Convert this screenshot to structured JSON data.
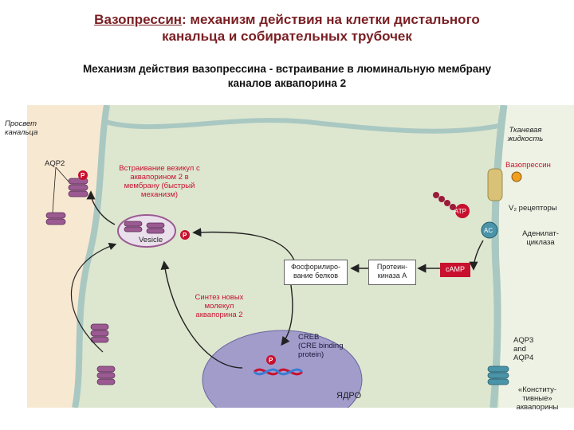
{
  "title": {
    "part1": "Вазопрессин",
    "part2": ": механизм действия на клетки дистального",
    "line2": "канальца и собирательных трубочек"
  },
  "subtitle": {
    "line1": "Механизм действия вазопрессина -  встраивание в люминальную мембрану",
    "line2": "каналов аквапорина 2"
  },
  "diagram": {
    "lumen_label": [
      "Просвет",
      "канальца"
    ],
    "tissue_label": [
      "Тканевая",
      "жидкость"
    ],
    "aqp2_label": "AQP2",
    "insertion_label": [
      "Встраивание везикул с",
      "аквапорином 2 в",
      "мембрану (быстрый",
      "механизм)"
    ],
    "vasopressin_label": "Вазопрессин",
    "receptors_label": "V₂ рецепторы",
    "atp_label": "ATP",
    "ac_label": "AC",
    "adenylate_label": [
      "Аденилат-",
      "циклаза"
    ],
    "vesicle_label": "Vesicle",
    "phospho_label": [
      "Фосфорилиро-",
      "вание белков"
    ],
    "pka_label": [
      "Протеин-",
      "киназа А"
    ],
    "camp_label": "cAMP",
    "synthesis_label": [
      "Синтез новых",
      "молекул",
      "аквапорина 2"
    ],
    "creb_label": [
      "CREB",
      "(CRE binding",
      "protein)"
    ],
    "nucleus_label": "ЯДРО",
    "aqp34_label": [
      "AQP3",
      "and",
      "AQP4"
    ],
    "constitutive_label": [
      "«Конститу-",
      "тивные»",
      "аквапорины"
    ],
    "p_symbol": "P",
    "colors": {
      "lumen": "#f7e8d2",
      "cell": "#dde6cf",
      "membrane": "#a9c8c2",
      "nucleus": "#a29ccb",
      "aquaporin": "#9b5a92",
      "receptor": "#d9c277",
      "title": "#7a1f23",
      "accent_red": "#c8102e"
    }
  }
}
